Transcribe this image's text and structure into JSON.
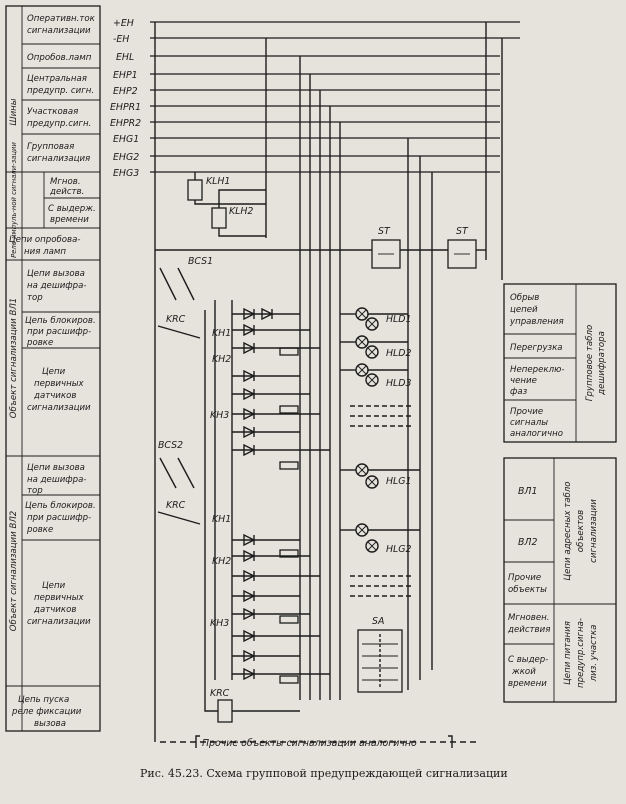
{
  "left_table": {
    "rows": [
      {
        "lines": [
          "Оперативн.ток",
          "сигнализации"
        ]
      },
      {
        "lines": [
          "Опробов.ламп"
        ]
      },
      {
        "lines": [
          "Центральная",
          "предупр. сигн."
        ]
      },
      {
        "lines": [
          "Участковая",
          "предупр.сигн."
        ]
      },
      {
        "lines": [
          "Групповая",
          "сигнализация"
        ]
      },
      {
        "lines": [
          "Мгнов.",
          "действ."
        ]
      },
      {
        "lines": [
          "С выдерж.",
          "времени"
        ]
      },
      {
        "lines": [
          "Цепи опробова-",
          "ния ламп"
        ]
      },
      {
        "lines": [
          "Цепи вызова",
          "на дешифра-",
          "тор"
        ]
      },
      {
        "lines": [
          "Цепь блокиров.",
          "при расшифр-",
          "ровке"
        ]
      },
      {
        "lines": [
          "Цепи",
          "первичных",
          "датчиков",
          "сигнализации"
        ]
      },
      {
        "lines": [
          "Цепи вызова",
          "на дешифра-",
          "тор"
        ]
      },
      {
        "lines": [
          "Цепь блокиров.",
          "при расшифр-",
          "ровке"
        ]
      },
      {
        "lines": [
          "Цепи",
          "первичных",
          "датчиков",
          "сигнализации"
        ]
      },
      {
        "lines": [
          "Цепь пуска",
          "реле фиксации",
          "вызова"
        ]
      }
    ],
    "group_labels": {
      "shiny": "Шины",
      "rele": "Реле импуль-ной сигнали-зации",
      "obj1": "Объект сигнализации ВЛ1",
      "obj2": "Объект сигнализации ВЛ2"
    }
  },
  "buses": [
    "+EH",
    "-EH",
    "EHL",
    "EHP1",
    "EHP2",
    "EHPR1",
    "EHPR2",
    "EHG1",
    "EHG2",
    "EHG3"
  ],
  "elements": {
    "relays": [
      "KLH1",
      "KLH2"
    ],
    "st": "ST",
    "bcs": [
      "BCS1",
      "BCS2"
    ],
    "krc": "KRC",
    "kh": [
      "KH1",
      "KH2",
      "KH3"
    ],
    "lamps": [
      "HLD1",
      "HLD2",
      "HLD3",
      "HLG1",
      "HLG2"
    ],
    "sa": "SA",
    "bottom_dashed_label": "Прочие объекты сигнализации аналогично"
  },
  "right_table_top": {
    "rows": [
      {
        "lines": [
          "Обрыв",
          "цепей",
          "управления"
        ]
      },
      {
        "lines": [
          "Перегрузка"
        ]
      },
      {
        "lines": [
          "Непереклю-",
          "чение",
          "фаз"
        ]
      },
      {
        "lines": [
          "Прочие",
          "сигналы",
          "аналогично"
        ]
      }
    ],
    "side_label": [
      "Групповое табло",
      "дешифратора"
    ]
  },
  "right_table_bottom": {
    "rows": [
      {
        "lines": [
          "ВЛ1"
        ]
      },
      {
        "lines": [
          "ВЛ2"
        ]
      },
      {
        "lines": [
          "Прочие",
          "объекты"
        ]
      },
      {
        "lines": [
          "Мгновен.",
          "действия"
        ]
      },
      {
        "lines": [
          "С выдер-",
          "жкой",
          "времени"
        ]
      }
    ],
    "side_label_upper": [
      "Цепи адресных табло",
      "объектов",
      "сигнализации"
    ],
    "side_label_lower": [
      "Цепи питания",
      "предупр.сигна-",
      "лиз. участка"
    ]
  },
  "caption": "Рис. 45.23. Схема групповой предупреждающей сигнализации"
}
